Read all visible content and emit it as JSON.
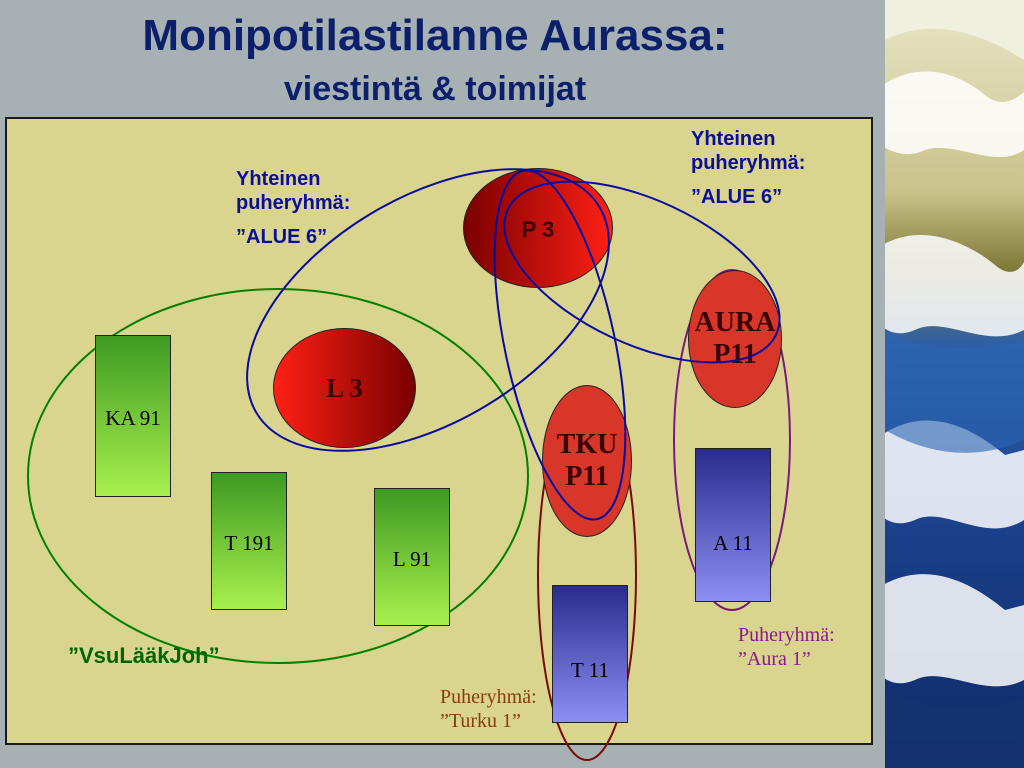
{
  "slide": {
    "title": "Monipotilastilanne Aurassa:",
    "subtitle": "viestintä & toimijat"
  },
  "colors": {
    "title": "#0c1f6b",
    "board": "#d9d48e",
    "ring_blue": "#0a0aa0",
    "ring_green": "#008000",
    "ring_purple": "#7a1a7a",
    "ring_darkred": "#7a0a0a",
    "node_red": "#e8211b"
  },
  "nodes": {
    "p3": "P 3",
    "l3": "L 3",
    "aura": "AURA\nP11",
    "tku": "TKU\nP11"
  },
  "units": {
    "ka91": "KA 91",
    "t191": "T 191",
    "l91": "L 91",
    "a11": "A 11",
    "t11": "T 11"
  },
  "groups": {
    "alue6_left": {
      "line1": "Yhteinen",
      "line2": "puheryhmä:",
      "line3": "”ALUE 6”"
    },
    "alue6_right": {
      "line1": "Yhteinen",
      "line2": "puheryhmä:",
      "line3": "”ALUE 6”"
    },
    "vsulaakjoh": "”VsuLääkJoh”",
    "aura1": {
      "line1": "Puheryhmä:",
      "line2": "”Aura 1”"
    },
    "turku1": {
      "line1": "Puheryhmä:",
      "line2": "”Turku 1”"
    }
  }
}
